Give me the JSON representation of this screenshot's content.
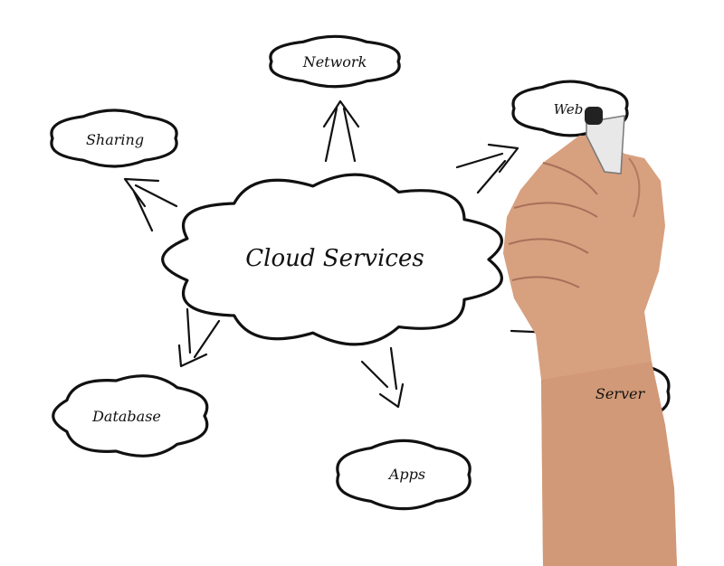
{
  "diagram": {
    "center": {
      "label": "Cloud Services"
    },
    "nodes": [
      {
        "id": "network",
        "label": "Network"
      },
      {
        "id": "sharing",
        "label": "Sharing"
      },
      {
        "id": "web",
        "label": "Web"
      },
      {
        "id": "database",
        "label": "Database"
      },
      {
        "id": "apps",
        "label": "Apps"
      },
      {
        "id": "server",
        "label": "Server"
      }
    ]
  },
  "colors": {
    "ink": "#111111",
    "skin": "#d9a07e",
    "background": "#ffffff"
  }
}
